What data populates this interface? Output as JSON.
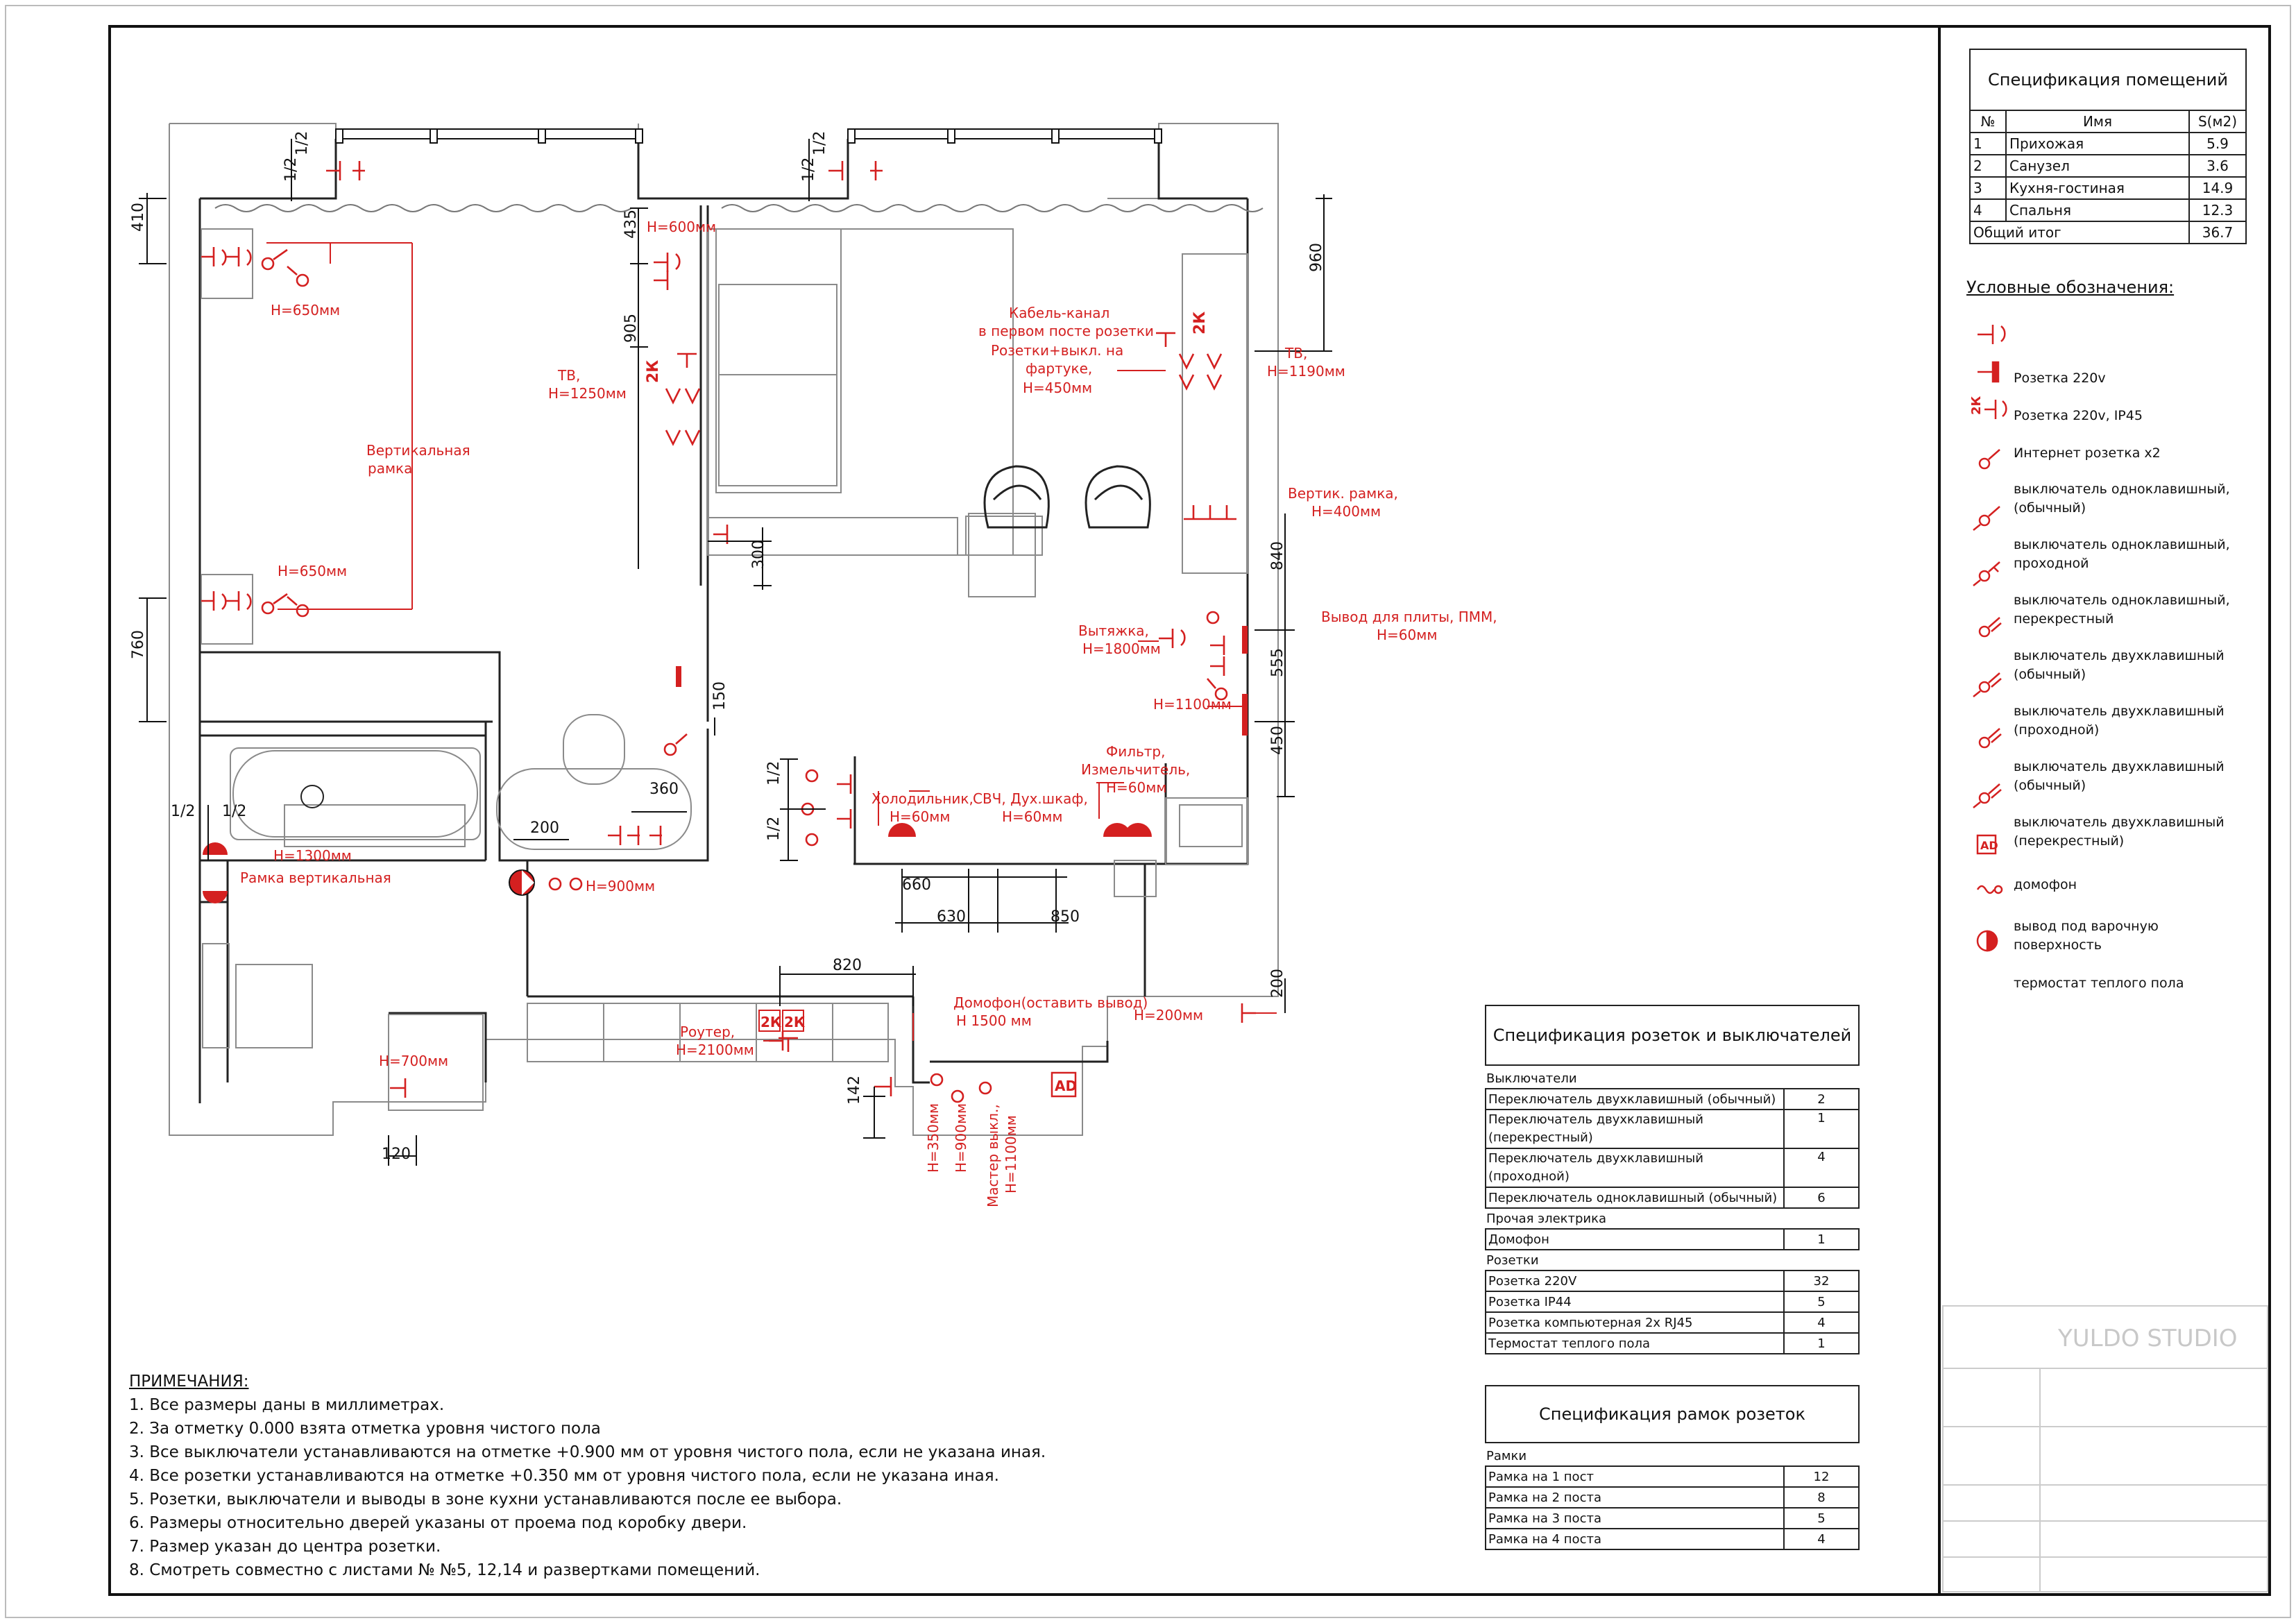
{
  "colors": {
    "accent_red": "#d42020",
    "line": "#111111",
    "wall": "#222222"
  },
  "room_spec": {
    "title": "Спецификация помещений",
    "headers": [
      "№",
      "Имя",
      "S(м2)"
    ],
    "rows": [
      {
        "n": "1",
        "name": "Прихожая",
        "area": "5.9"
      },
      {
        "n": "2",
        "name": "Санузел",
        "area": "3.6"
      },
      {
        "n": "3",
        "name": "Кухня-гостиная",
        "area": "14.9"
      },
      {
        "n": "4",
        "name": "Спальня",
        "area": "12.3"
      }
    ],
    "total_label": "Общий итог",
    "total_value": "36.7"
  },
  "legend": {
    "title": "Условные обозначения:",
    "items": [
      {
        "icon": "socket-220v-icon",
        "label": "Розетка 220v"
      },
      {
        "icon": "socket-ip45-icon",
        "label": "Розетка 220v, IP45"
      },
      {
        "icon": "internet-socket-icon",
        "label": "Интернет розетка х2"
      },
      {
        "icon": "switch-single-icon",
        "label": "выключатель одноклавишный, (обычный)"
      },
      {
        "icon": "switch-single-pass-icon",
        "label": "выключатель одноклавишный, проходной"
      },
      {
        "icon": "switch-single-cross-icon",
        "label": "выключатель одноклавишный, перекрестный"
      },
      {
        "icon": "switch-double-icon",
        "label": "выключатель двухклавишный (обычный)"
      },
      {
        "icon": "switch-double-pass-icon",
        "label": "выключатель двухклавишный (проходной)"
      },
      {
        "icon": "switch-double-2-icon",
        "label": "выключатель двухклавишный (обычный)"
      },
      {
        "icon": "switch-double-cross-icon",
        "label": "выключатель двухклавишный (перекрестный)"
      },
      {
        "icon": "intercom-icon",
        "label": "домофон"
      },
      {
        "icon": "cooktop-outlet-icon",
        "label": "вывод под варочную поверхность"
      },
      {
        "icon": "floor-thermostat-icon",
        "label": "термостат теплого пола"
      }
    ]
  },
  "socket_spec": {
    "title": "Спецификация розеток и выключателей",
    "sections": [
      {
        "name": "Выключатели",
        "rows": [
          {
            "label": "Переключатель двухклавишный (обычный)",
            "qty": "2"
          },
          {
            "label": "Переключатель двухклавишный (перекрестный)",
            "qty": "1"
          },
          {
            "label": "Переключатель двухклавишный (проходной)",
            "qty": "4"
          },
          {
            "label": "Переключатель одноклавишный (обычный)",
            "qty": "6"
          }
        ]
      },
      {
        "name": "Прочая электрика",
        "rows": [
          {
            "label": "Домофон",
            "qty": "1"
          }
        ]
      },
      {
        "name": "Розетки",
        "rows": [
          {
            "label": "Розетка 220V",
            "qty": "32"
          },
          {
            "label": "Розетка IP44",
            "qty": "5"
          },
          {
            "label": "Розетка компьютерная 2х RJ45",
            "qty": "4"
          },
          {
            "label": "Термостат теплого пола",
            "qty": "1"
          }
        ]
      }
    ]
  },
  "frame_spec": {
    "title": "Спецификация рамок розеток",
    "section": "Рамки",
    "rows": [
      {
        "label": "Рамка на 1 пост",
        "qty": "12"
      },
      {
        "label": "Рамка на 2 поста",
        "qty": "8"
      },
      {
        "label": "Рамка на 3 поста",
        "qty": "5"
      },
      {
        "label": "Рамка на 4 поста",
        "qty": "4"
      }
    ]
  },
  "notes": {
    "title": "ПРИМЕЧАНИЯ:",
    "items": [
      "1. Все размеры даны в миллиметрах.",
      "2. За отметку 0.000 взята отметка уровня чистого пола",
      "3. Все выключатели устанавливаются на отметке +0.900 мм от уровня чистого пола, если не указана иная.",
      "4. Все розетки устанавливаются на отметке +0.350 мм от уровня чистого пола, если не указана иная.",
      "5. Розетки, выключатели и выводы в зоне кухни устанавливаются после ее выбора.",
      "6. Размеры относительно дверей указаны от проема под коробку двери.",
      "7. Размер указан до центра розетки.",
      "8. Смотреть совместно с листами № №5, 12,14 и развертками помещений."
    ]
  },
  "plan": {
    "red_labels": {
      "h650_top": "Н=650мм",
      "h600": "Н=600мм",
      "tv_left": "ТВ,",
      "tv_left_h": "Н=1250мм",
      "vert_frame": "Вертикальная",
      "vert_frame2": "рамка",
      "h650_mid": "Н=650мм",
      "cable_1": "Кабель-канал",
      "cable_2": "в первом посте розетки",
      "cable_3": "Розетки+выкл. на",
      "cable_4": "фартуке,",
      "cable_5": "Н=450мм",
      "tv_right": "ТВ,",
      "tv_right_h": "Н=1190мм",
      "vert_frame_r": "Вертик. рамка,",
      "vert_frame_r_h": "Н=400мм",
      "hood": "Вытяжка,",
      "hood_h": "Н=1800мм",
      "stove_out": "Вывод для плиты, ПММ,",
      "stove_out_h": "Н=60мм",
      "h1100": "Н=1100мм",
      "filter_1": "Фильтр,",
      "filter_2": "Измельчитель,",
      "filter_3": "Н=60мм",
      "fridge": "Холодильник,",
      "fridge_h": "Н=60мм",
      "mw": "СВЧ, Дух.шкаф,",
      "mw_h": "Н=60мм",
      "h1300": "Н=1300мм",
      "frame_vert": "Рамка вертикальная",
      "h900": "Н=900мм",
      "h200": "Н=200мм",
      "router": "Роутер,",
      "router_h": "Н=2100мм",
      "h700": "Н=700мм",
      "intercom_1": "Домофон(оставить вывод)",
      "intercom_2": "Н 1500 мм",
      "v_h350": "Н=350мм",
      "v_h900": "Н=900мм",
      "v_master1": "Мастер выкл.,",
      "v_master2": "Н=1100мм",
      "two_k": "2К",
      "ad": "AD"
    },
    "dims": {
      "d410": "410",
      "d435": "435",
      "d905": "905",
      "d760": "760",
      "d300": "300",
      "d960": "960",
      "d840": "840",
      "d555": "555",
      "d450": "450",
      "d150": "150",
      "d360": "360",
      "d200": "200",
      "d200b": "200",
      "d660": "660",
      "d630": "630",
      "d850": "850",
      "d820": "820",
      "d142": "142",
      "d120": "120",
      "half": "1/2"
    }
  },
  "title_block": {
    "studio": "YULDO STUDIO"
  }
}
